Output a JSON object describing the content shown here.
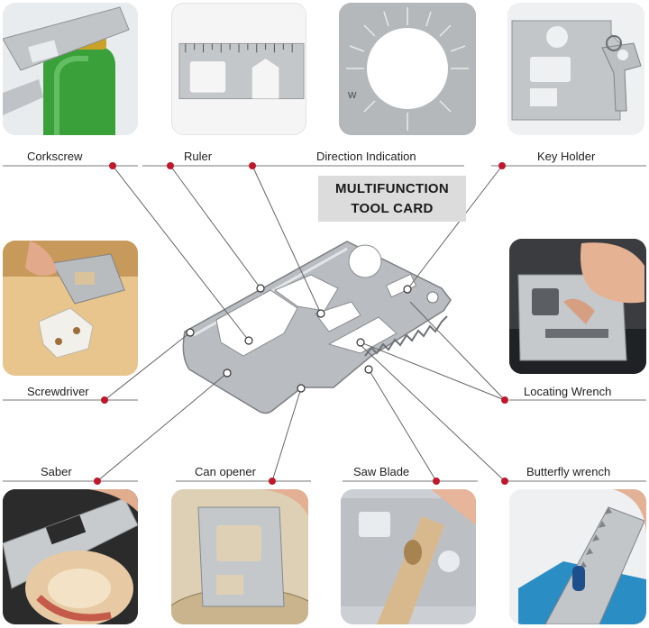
{
  "title": {
    "line1": "MULTIFUNCTION",
    "line2": "TOOL CARD"
  },
  "labels": {
    "corkscrew": "Corkscrew",
    "ruler": "Ruler",
    "direction": "Direction Indication",
    "key_holder": "Key Holder",
    "screwdriver": "Screwdriver",
    "locating_wrench": "Locating Wrench",
    "saber": "Saber",
    "can_opener": "Can opener",
    "saw_blade": "Saw Blade",
    "butterfly_wrench": "Butterfly wrench"
  },
  "colors": {
    "dot": "#c0172c",
    "line": "#666666",
    "steel": "#b9bcc0",
    "title_bg": "#dcdcdc"
  }
}
